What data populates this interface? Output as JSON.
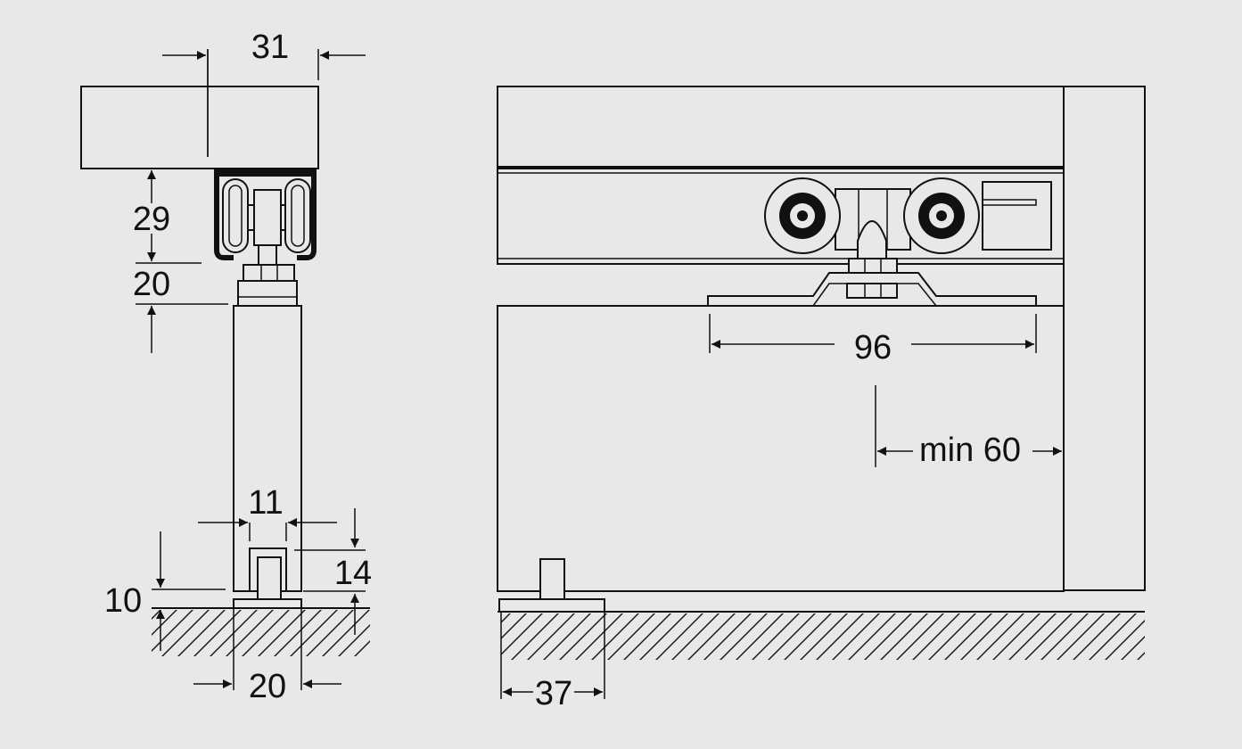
{
  "colors": {
    "background": "#e8e8e8",
    "line": "#111111"
  },
  "side_view": {
    "dim_width_track": "31",
    "dim_track_height": "29",
    "dim_hanger": "20",
    "dim_guide_width": "11",
    "dim_guide_height": "14",
    "dim_floor_gap": "10",
    "dim_guide_base": "20"
  },
  "front_view": {
    "dim_plate_length": "96",
    "dim_min_distance": "min 60",
    "dim_floor_guide": "37"
  }
}
